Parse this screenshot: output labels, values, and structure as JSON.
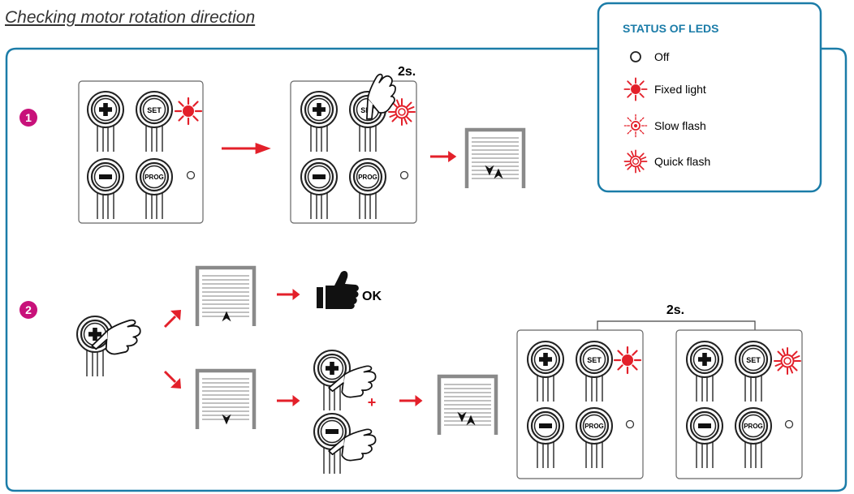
{
  "title": "Checking motor rotation direction",
  "legend": {
    "heading": "STATUS OF LEDS",
    "items": [
      "Off",
      "Fixed light",
      "Slow flash",
      "Quick flash"
    ]
  },
  "steps": [
    "1",
    "2"
  ],
  "buttons": {
    "set": "SET",
    "prog": "PROG"
  },
  "labels": {
    "hold_time": "2s.",
    "ok": "OK",
    "plus": "+"
  },
  "colors": {
    "accent": "#1b7ca8",
    "red": "#e3202a",
    "step": "#c8117a"
  }
}
